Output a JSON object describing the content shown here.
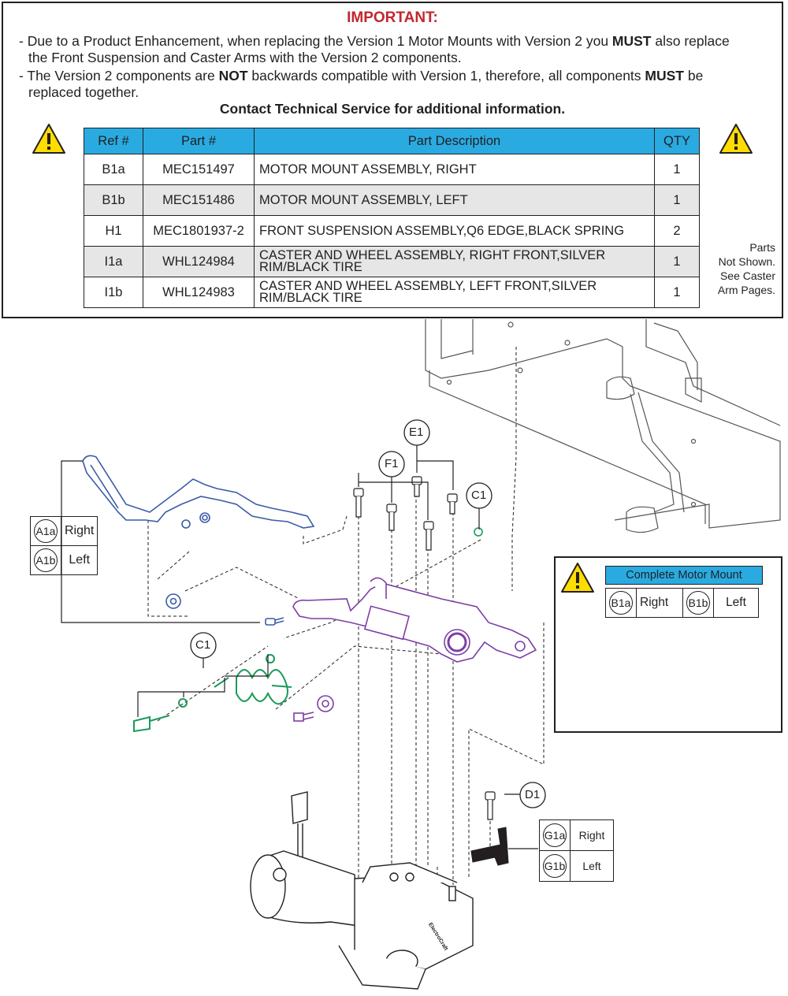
{
  "notice": {
    "title": "IMPORTANT:",
    "bullet1_pre": "- Due to a Product Enhancement, when replacing the Version 1 Motor Mounts with Version 2 you ",
    "bullet1_bold": "MUST",
    "bullet1_post": " also replace",
    "bullet1_line2": "the Front Suspension and Caster Arms with the Version 2 components.",
    "bullet2_pre": "- The Version 2 components are ",
    "bullet2_bold1": "NOT",
    "bullet2_mid": " backwards compatible with Version 1, therefore, all components ",
    "bullet2_bold2": "MUST",
    "bullet2_post": " be",
    "bullet2_line2": "replaced together.",
    "contact": "Contact Technical Service for additional information."
  },
  "colors": {
    "title_red": "#c1272d",
    "header_blue": "#29abe2",
    "row_gray": "#e6e6e6",
    "warning_yellow": "#ffdd00",
    "mount_purple": "#7b3fa6",
    "spring_green": "#1a9b5b",
    "arm_blue": "#3a5ba8"
  },
  "table": {
    "headers": [
      "Ref #",
      "Part #",
      "Part Description",
      "QTY"
    ],
    "rows": [
      [
        "B1a",
        "MEC151497",
        "MOTOR MOUNT ASSEMBLY, RIGHT",
        "1"
      ],
      [
        "B1b",
        "MEC151486",
        "MOTOR MOUNT ASSEMBLY, LEFT",
        "1"
      ],
      [
        "H1",
        "MEC1801937-2",
        "FRONT SUSPENSION ASSEMBLY,Q6 EDGE,BLACK SPRING",
        "2"
      ],
      [
        "I1a",
        "WHL124984",
        "CASTER AND WHEEL ASSEMBLY, RIGHT FRONT,SILVER RIM/BLACK TIRE",
        "1"
      ],
      [
        "I1b",
        "WHL124983",
        "CASTER AND WHEEL ASSEMBLY, LEFT FRONT,SILVER RIM/BLACK TIRE",
        "1"
      ]
    ]
  },
  "parts_note": [
    "Parts",
    "Not Shown.",
    "See Caster",
    "Arm Pages."
  ],
  "callouts": {
    "e1": "E1",
    "f1": "F1",
    "c1_top": "C1",
    "c1_spring": "C1",
    "d1": "D1"
  },
  "legend_a": {
    "ref_a": "A1a",
    "label_a": "Right",
    "ref_b": "A1b",
    "label_b": "Left"
  },
  "legend_g": {
    "ref_a": "G1a",
    "label_a": "Right",
    "ref_b": "G1b",
    "label_b": "Left"
  },
  "complete_mount": {
    "title": "Complete Motor Mount",
    "ref_a": "B1a",
    "label_a": "Right",
    "ref_b": "B1b",
    "label_b": "Left"
  },
  "motor_brand": "ElectroCraft",
  "icons": [
    "warning-triangle-icon"
  ]
}
